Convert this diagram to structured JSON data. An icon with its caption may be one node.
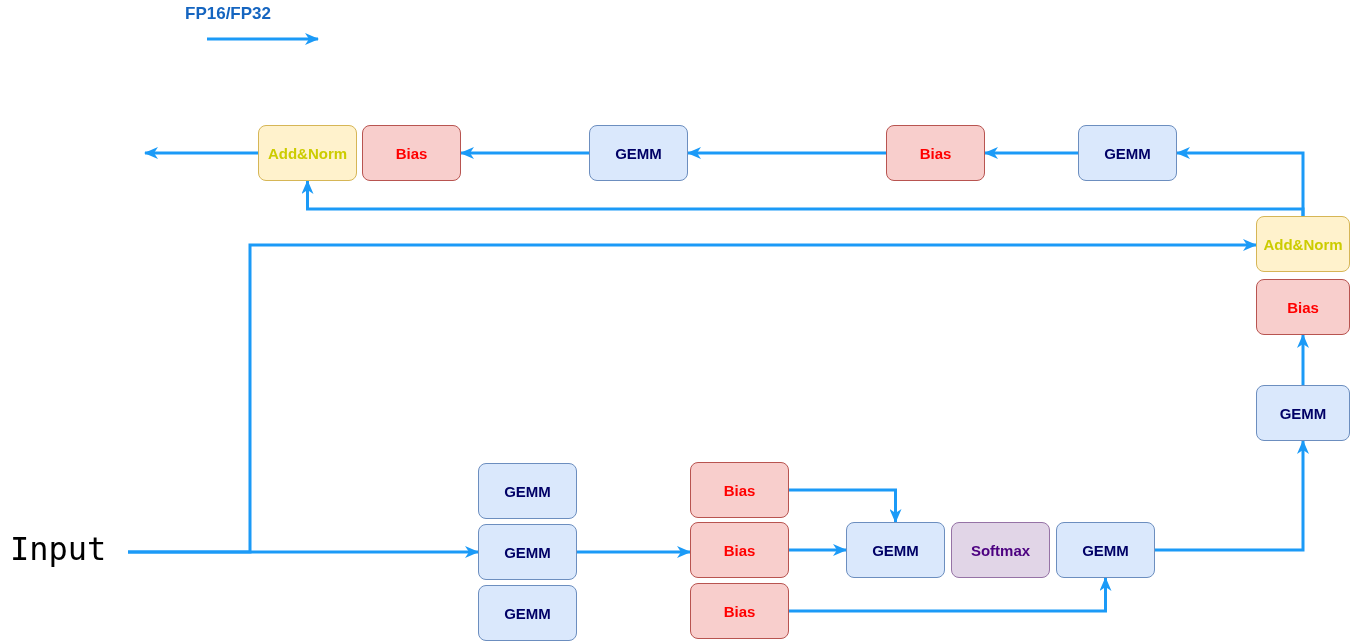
{
  "diagram": {
    "nodes": [
      {
        "text": [
          "Input"
        ]
      },
      {
        "text": [
          "GEMM"
        ]
      },
      {
        "text": [
          "GEMM"
        ]
      },
      {
        "text": [
          "GEMM"
        ]
      },
      {
        "text": [
          "Bias"
        ]
      },
      {
        "text": [
          "Bias"
        ]
      },
      {
        "text": [
          "Bias"
        ]
      },
      {
        "text": [
          "GEMM"
        ]
      },
      {
        "text": [
          "Softmax"
        ]
      },
      {
        "text": [
          "GEMM"
        ]
      },
      {
        "text": [
          "GEMM"
        ]
      },
      {
        "text": [
          "Bias"
        ]
      },
      {
        "text": [
          "Add&Norm"
        ]
      },
      {
        "text": [
          "GEMM"
        ]
      },
      {
        "text": [
          "Bias"
        ]
      },
      {
        "text": [
          "GEMM"
        ]
      },
      {
        "text": [
          "Bias"
        ]
      },
      {
        "text": [
          "Add&Norm"
        ]
      }
    ],
    "edges": [
      {
        "from": 0,
        "to": 2,
        "arrow": "to"
      },
      {
        "from": 0,
        "to": 12,
        "arrow": "to"
      },
      {
        "from": 2,
        "to": 5,
        "arrow": "to"
      },
      {
        "from": 4,
        "to": 7,
        "arrow": "to"
      },
      {
        "from": 5,
        "to": 7,
        "arrow": "to"
      },
      {
        "from": 6,
        "to": 9,
        "arrow": "to"
      },
      {
        "from": 9,
        "to": 10,
        "arrow": "to"
      },
      {
        "from": 10,
        "to": 11,
        "arrow": "to"
      },
      {
        "from": 12,
        "to": 13,
        "arrow": "to"
      },
      {
        "from": 12,
        "to": 17,
        "arrow": "to"
      },
      {
        "from": 13,
        "to": 14,
        "arrow": "to"
      },
      {
        "from": 14,
        "to": 15,
        "arrow": "to"
      },
      {
        "from": 15,
        "to": 16,
        "arrow": "to"
      },
      {
        "from": 17,
        "to": null,
        "arrow": "to"
      }
    ],
    "legend": [
      {
        "text": "FP16/FP32"
      }
    ]
  }
}
